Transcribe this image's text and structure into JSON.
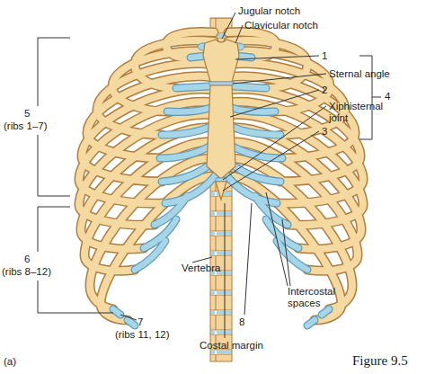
{
  "diagram": {
    "caption": "Figure 9.5",
    "labels": [
      "Jugular notch",
      "Clavicular notch",
      "1",
      "Sternal angle",
      "2",
      "Xiphisternal joint",
      "3",
      "4",
      "5",
      "(ribs 1–7)",
      "6",
      "(ribs 8–12)",
      "Vertebra",
      "Intercostal spaces",
      "7",
      "(ribs 11, 12)",
      "8",
      "Costal margin",
      "(a)"
    ]
  }
}
